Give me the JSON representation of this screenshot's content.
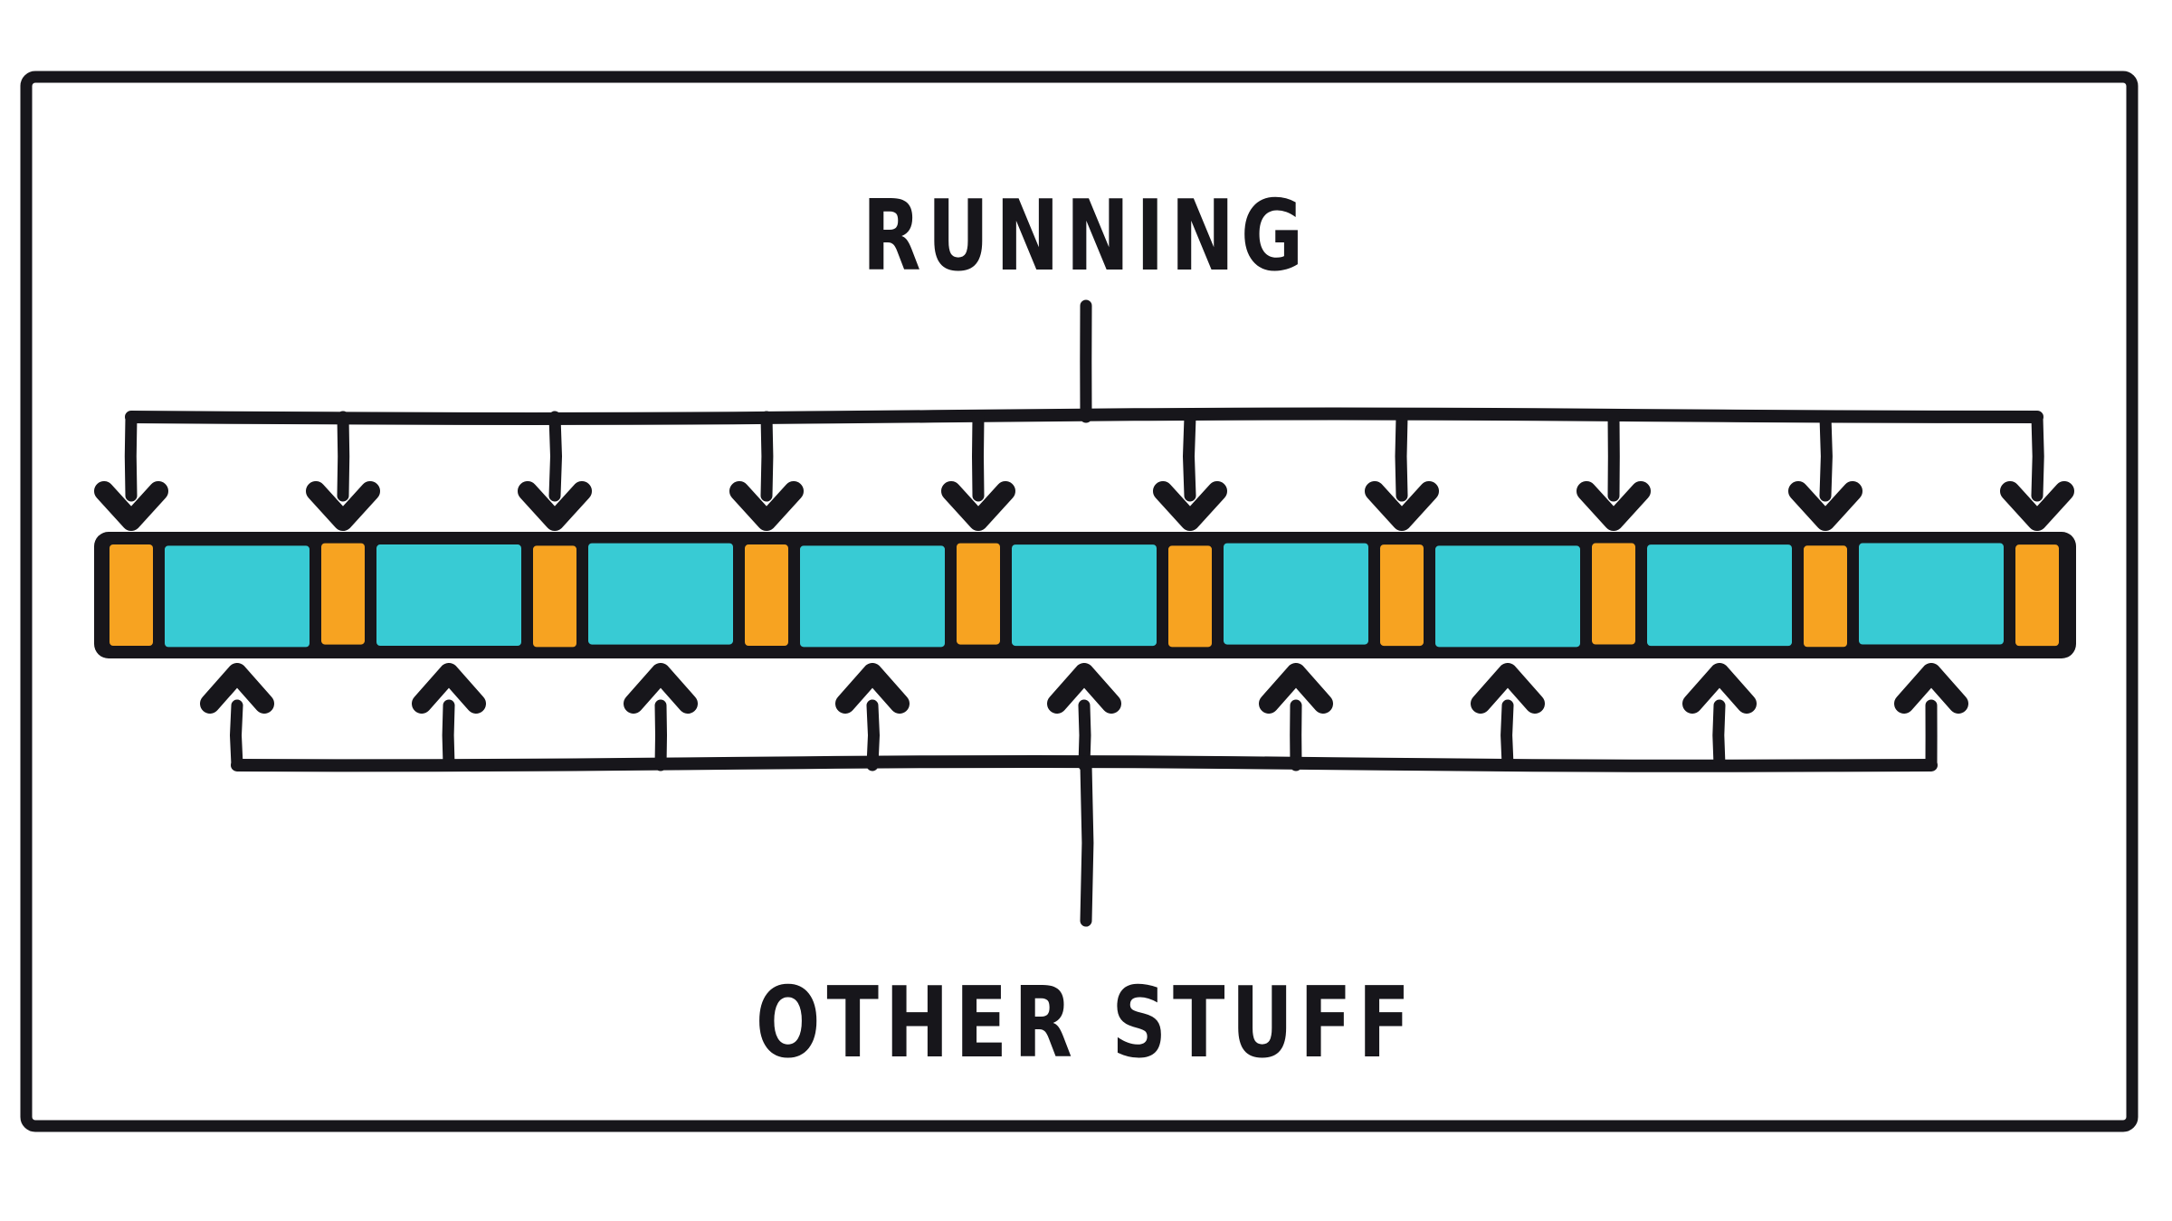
{
  "illustration": {
    "style": "hand-drawn marker sketch",
    "top_label": "RUNNING",
    "bottom_label": "OTHER STUFF"
  },
  "colors": {
    "ink": "#17161b",
    "running_segment": "#f7a321",
    "other_segment": "#38cbd4",
    "background": "#ffffff"
  },
  "diagram": {
    "type": "alternating-timeline-bar",
    "running_segment_count": 10,
    "other_segment_count": 9,
    "running_arrow_count": 10,
    "other_arrow_count": 9,
    "segment_pattern": [
      "running",
      "other",
      "running",
      "other",
      "running",
      "other",
      "running",
      "other",
      "running",
      "other",
      "running",
      "other",
      "running",
      "other",
      "running",
      "other",
      "running",
      "other",
      "running"
    ]
  }
}
